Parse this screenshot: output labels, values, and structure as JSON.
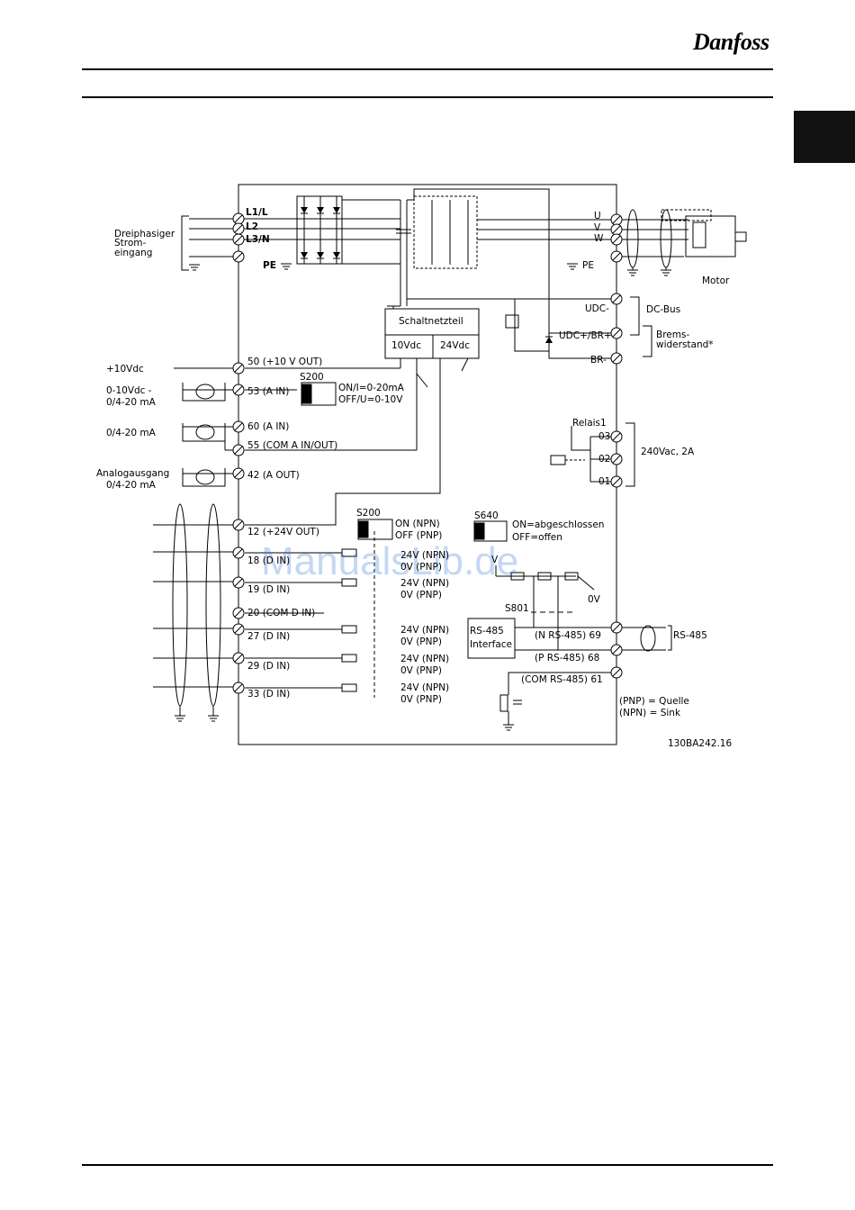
{
  "header": {
    "brand": "Danfoss"
  },
  "watermark": "ManualsLib.de",
  "diagram": {
    "mains": {
      "label_lines": [
        "Dreiphasiger",
        "Strom-",
        "eingang"
      ],
      "terminals": [
        "L1/L",
        "L2",
        "L3/N"
      ],
      "pe": "PE"
    },
    "motor": {
      "terminals": [
        "U",
        "V",
        "W"
      ],
      "pe": "PE",
      "label": "Motor"
    },
    "dc_bus": {
      "udc_minus": "UDC-",
      "udc_plus_br": "UDC+/BR+",
      "br_minus": "BR-",
      "label": "DC-Bus",
      "brake_label_lines": [
        "Brems-",
        "widerstand*"
      ]
    },
    "power_supply": {
      "title": "Schaltnetzteil",
      "v10": "10Vdc",
      "v24": "24Vdc"
    },
    "analog": {
      "ext_10v": "+10Vdc",
      "t50": "50 (+10 V OUT)",
      "in53_lines": [
        "0-10Vdc -",
        "0/4-20 mA"
      ],
      "t53": "53 (A IN)",
      "s200": "S200",
      "s200_modes": [
        "ON/I=0-20mA",
        "OFF/U=0-10V"
      ],
      "in60": "0/4-20 mA",
      "t60": "60 (A IN)",
      "t55": "55 (COM A IN/OUT)",
      "out42_lines": [
        "Analogausgang",
        "0/4-20 mA"
      ],
      "t42": "42 (A OUT)"
    },
    "relay": {
      "title": "Relais1",
      "contacts": [
        "03",
        "02",
        "01"
      ],
      "rating": "240Vac, 2A"
    },
    "digital": {
      "t12": "12 (+24V OUT)",
      "s200": "S200",
      "s200_modes": [
        "ON (NPN)",
        "OFF (PNP)"
      ],
      "t18": "18 (D IN)",
      "t19": "19 (D IN)",
      "t20": "20 (COM D IN)",
      "t27": "27 (D IN)",
      "t29": "29 (D IN)",
      "t33": "33 (D IN)",
      "v24": "24V (NPN)",
      "v0": "0V (PNP)"
    },
    "rs485": {
      "s640": "S640",
      "s640_modes": [
        "ON=abgeschlossen",
        "OFF=offen"
      ],
      "v": "V",
      "v0": "0V",
      "s801": "S801",
      "interface_lines": [
        "RS-485",
        "Interface"
      ],
      "t69": "(N RS-485) 69",
      "t68": "(P RS-485) 68",
      "t61": "(COM RS-485) 61",
      "label": "RS-485"
    },
    "legend_lines": [
      "(PNP) = Quelle",
      "(NPN) = Sink"
    ],
    "figure_id": "130BA242.16"
  }
}
